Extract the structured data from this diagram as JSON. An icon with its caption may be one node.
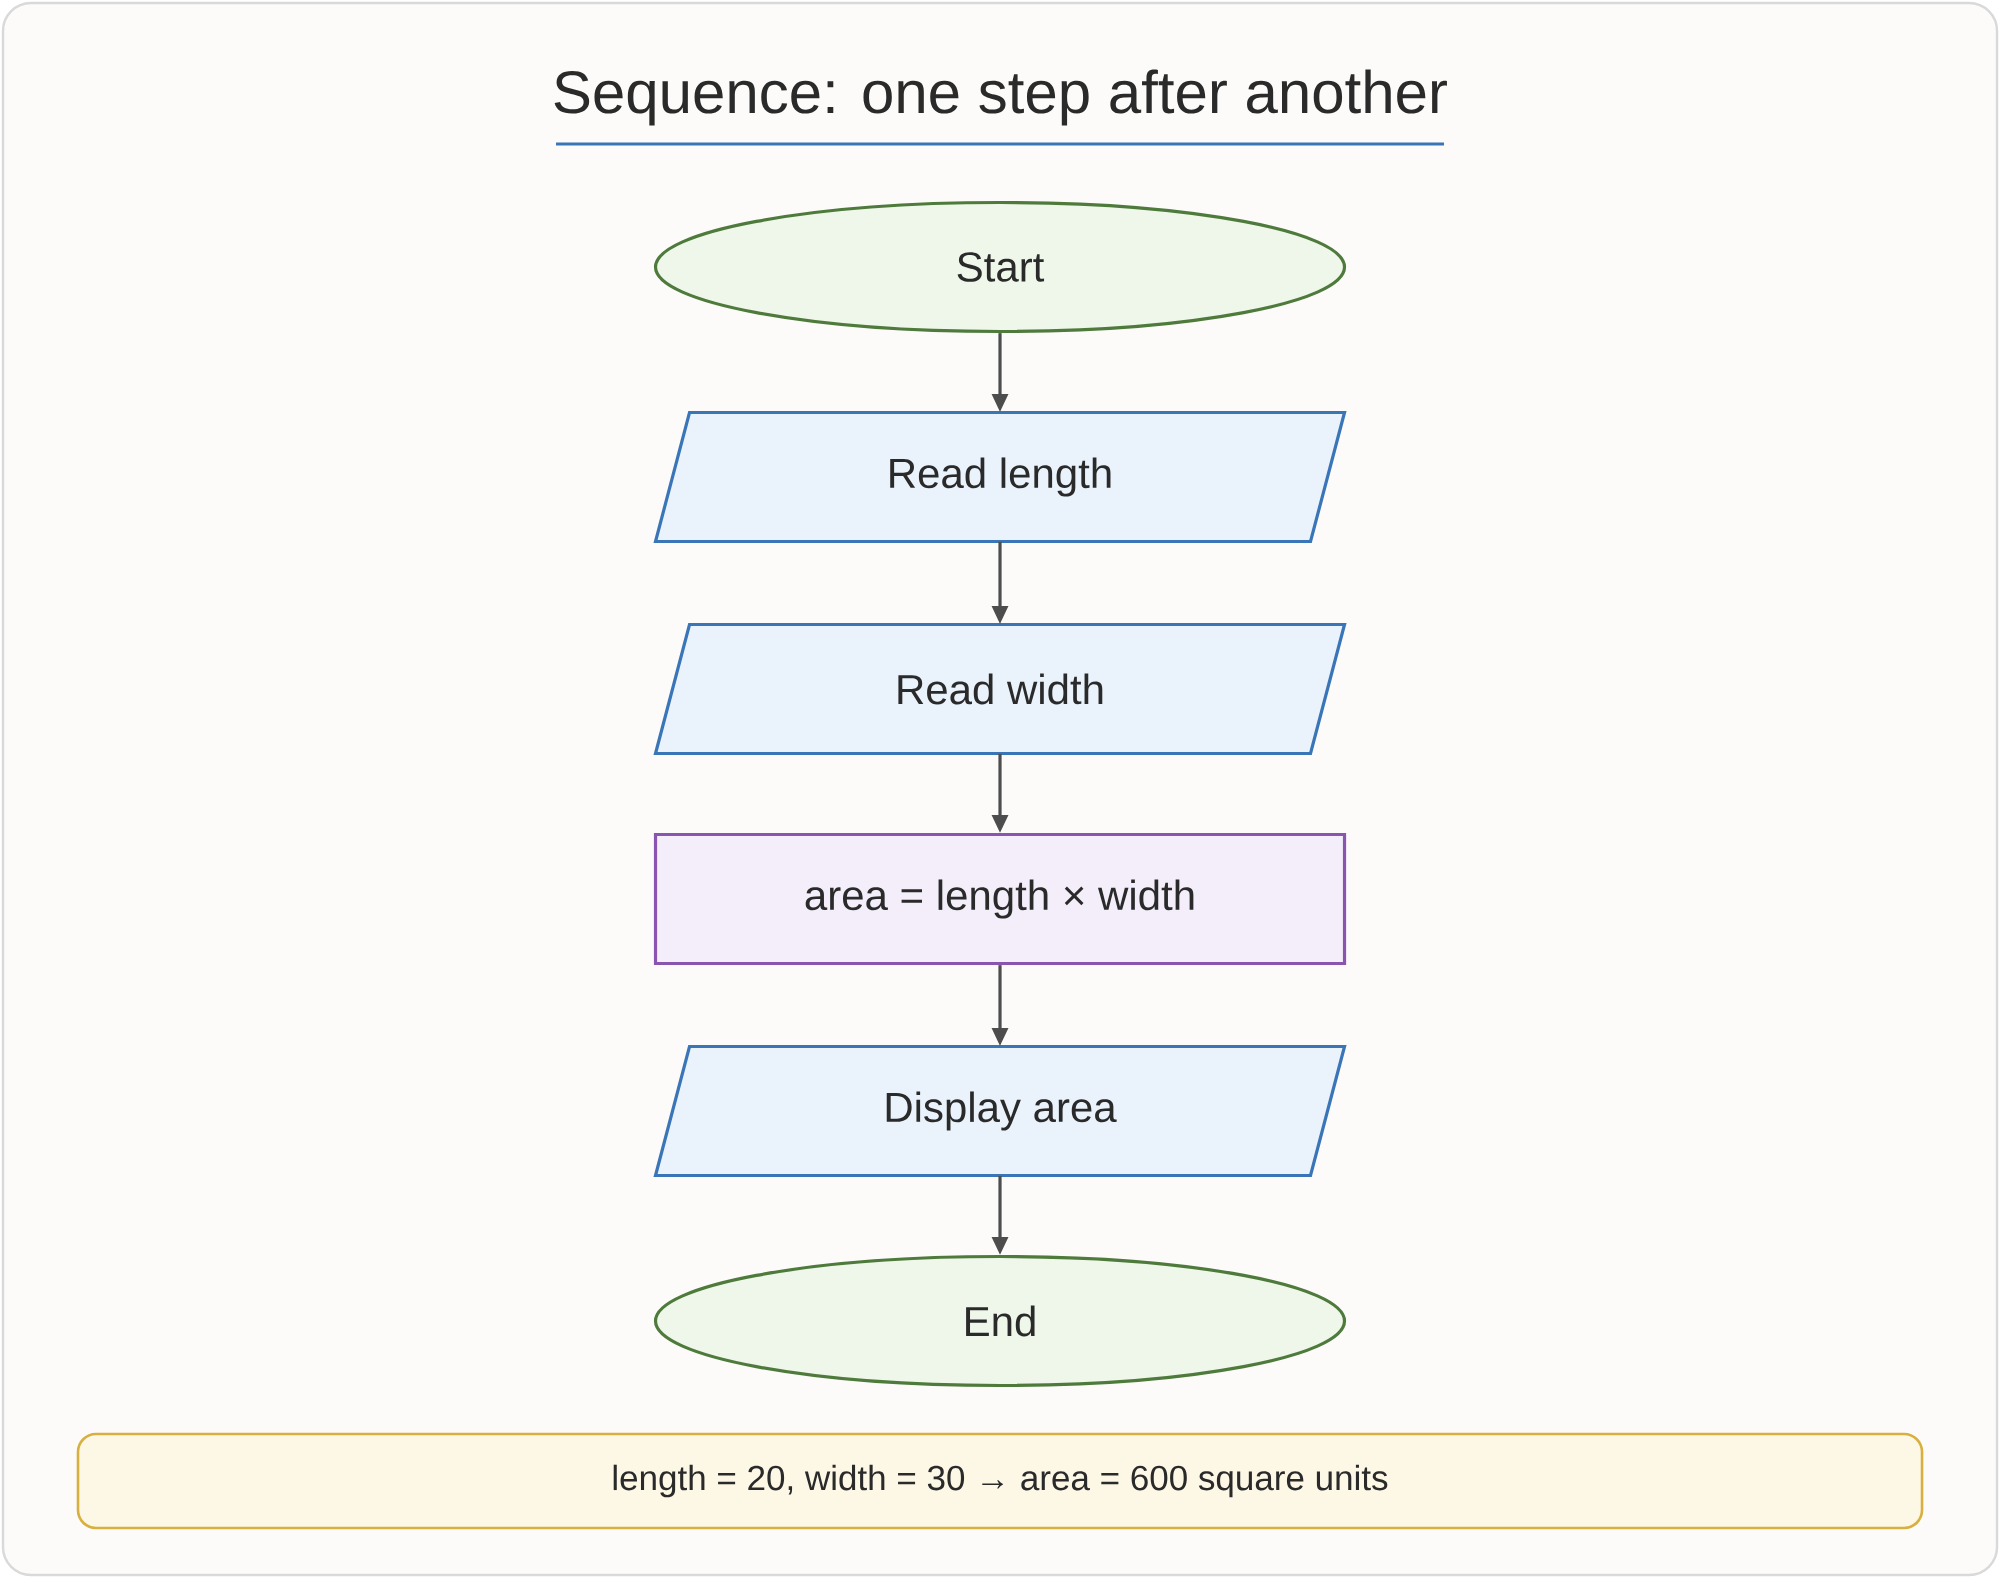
{
  "diagram": {
    "title": "Sequence: one step after another",
    "nodes": [
      {
        "text": [
          "Start"
        ]
      },
      {
        "text": [
          "Read length"
        ]
      },
      {
        "text": [
          "Read width"
        ]
      },
      {
        "text": [
          "area = length × width"
        ]
      },
      {
        "text": [
          "Display area"
        ]
      },
      {
        "text": [
          "End"
        ]
      },
      {
        "text": [
          "length = 20, width = 30 → area = 600 square units"
        ]
      }
    ],
    "edges": [
      {
        "from": 0,
        "to": 1,
        "arrow": "to"
      },
      {
        "from": 1,
        "to": 2,
        "arrow": "to"
      },
      {
        "from": 2,
        "to": 3,
        "arrow": "to"
      },
      {
        "from": 3,
        "to": 4,
        "arrow": "to"
      },
      {
        "from": 4,
        "to": 5,
        "arrow": "to"
      }
    ]
  }
}
